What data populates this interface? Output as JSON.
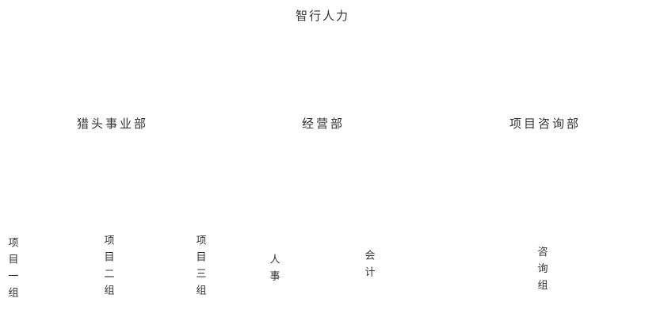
{
  "page": {
    "background_color": "#ffffff",
    "text_color": "#333333"
  },
  "org_chart": {
    "type": "org-tree",
    "root": {
      "label": "智行人力"
    },
    "departments": [
      {
        "label": "猎头事业部",
        "teams": [
          {
            "label": "项目一组"
          },
          {
            "label": "项目二组"
          },
          {
            "label": "项目三组"
          }
        ]
      },
      {
        "label": "经营部",
        "teams": [
          {
            "label": "人事"
          },
          {
            "label": "会计"
          }
        ]
      },
      {
        "label": "项目咨询部",
        "teams": [
          {
            "label": "咨询组"
          }
        ]
      }
    ]
  }
}
